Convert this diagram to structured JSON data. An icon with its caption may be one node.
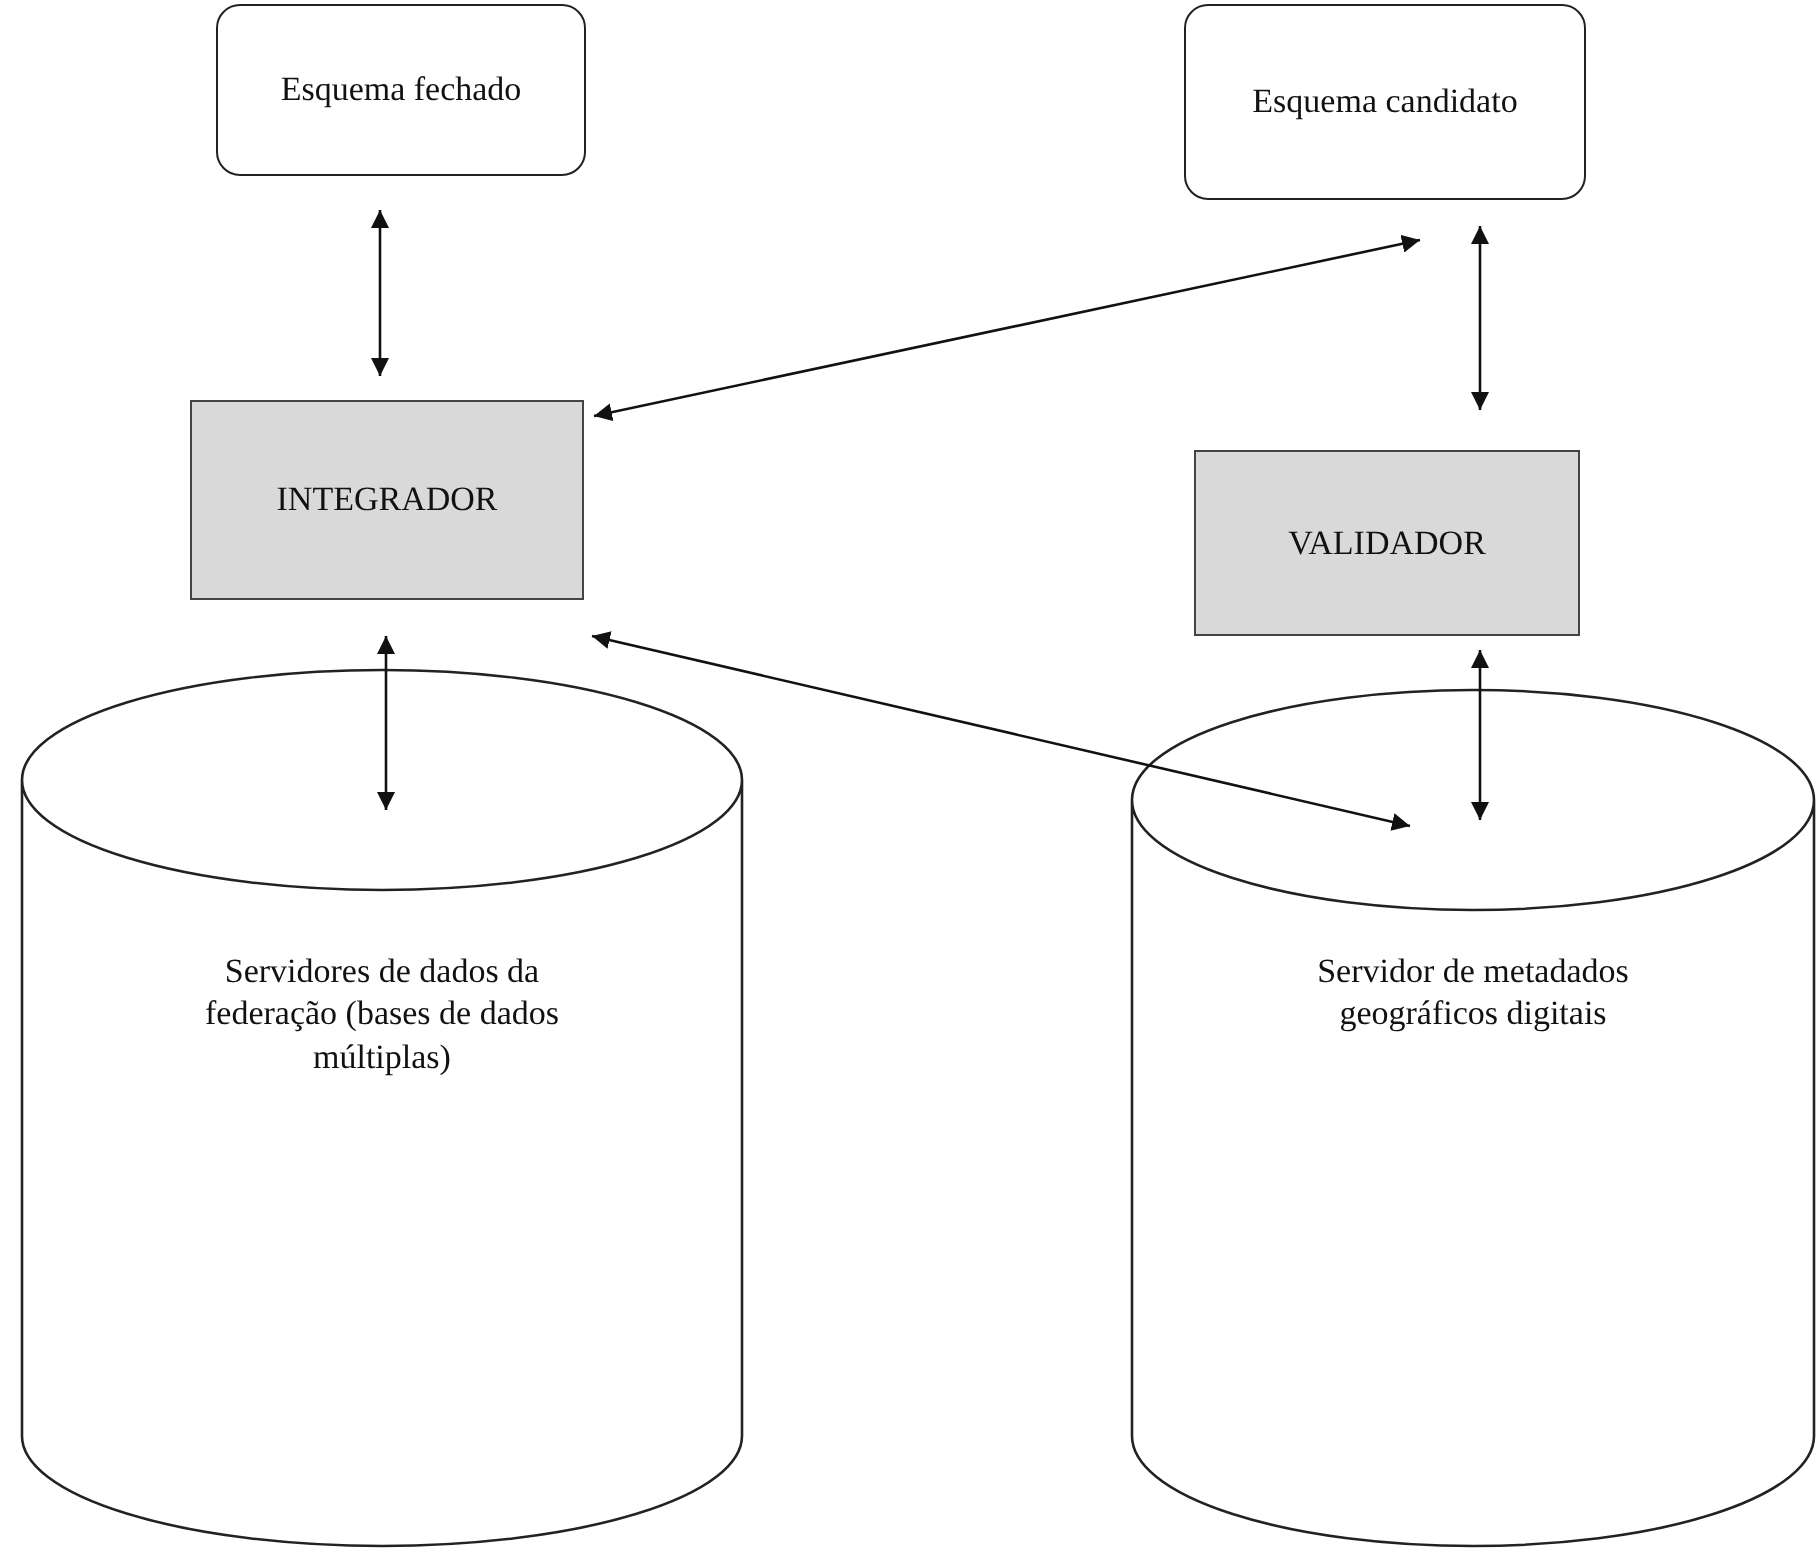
{
  "diagram": {
    "nodes": [
      {
        "text": [
          "Esquema fechado"
        ]
      },
      {
        "text": [
          "Esquema candidato"
        ]
      },
      {
        "text": [
          "INTEGRADOR"
        ]
      },
      {
        "text": [
          "VALIDADOR"
        ]
      },
      {
        "text": [
          "Servidores de dados da federação (bases de dados múltiplas)"
        ]
      },
      {
        "text": [
          "Servidor de metadados geográficos digitais"
        ]
      }
    ],
    "edges": [
      {
        "from": 0,
        "to": 2,
        "arrow": "both"
      },
      {
        "from": 2,
        "to": 1,
        "arrow": "both"
      },
      {
        "from": 1,
        "to": 3,
        "arrow": "both"
      },
      {
        "from": 2,
        "to": 4,
        "arrow": "both"
      },
      {
        "from": 2,
        "to": 5,
        "arrow": "both"
      },
      {
        "from": 3,
        "to": 5,
        "arrow": "both"
      }
    ]
  }
}
